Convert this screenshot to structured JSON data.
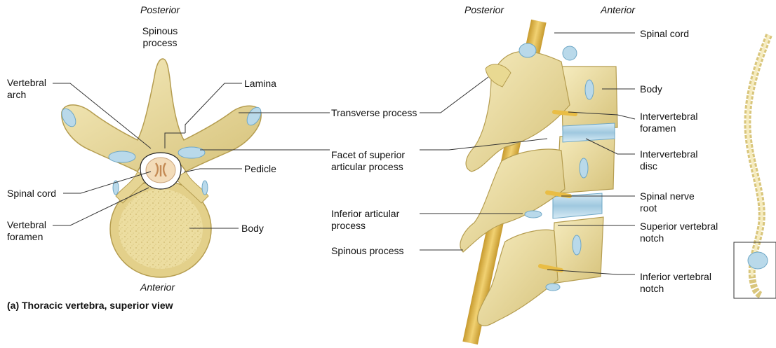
{
  "panel_a": {
    "posterior": "Posterior",
    "anterior": "Anterior",
    "caption": "(a) Thoracic vertebra, superior view",
    "labels": {
      "spinous_process": [
        "Spinous",
        "process"
      ],
      "vertebral_arch": [
        "Vertebral",
        "arch"
      ],
      "lamina": "Lamina",
      "pedicle": "Pedicle",
      "spinal_cord": "Spinal cord",
      "vertebral_foramen": [
        "Vertebral",
        "foramen"
      ],
      "body": "Body"
    }
  },
  "shared_labels": {
    "transverse_process": "Transverse process",
    "facet_superior": [
      "Facet of superior",
      "articular process"
    ]
  },
  "panel_b": {
    "posterior": "Posterior",
    "anterior": "Anterior",
    "labels": {
      "inferior_articular": [
        "Inferior articular",
        "process"
      ],
      "spinous_process": "Spinous process",
      "spinal_cord": "Spinal cord",
      "body": "Body",
      "intervertebral_foramen": [
        "Intervertebral",
        "foramen"
      ],
      "intervertebral_disc": [
        "Intervertebral",
        "disc"
      ],
      "spinal_nerve_root": [
        "Spinal nerve",
        "root"
      ],
      "superior_vertebral_notch": [
        "Superior vertebral",
        "notch"
      ],
      "inferior_vertebral_notch": [
        "Inferior vertebral",
        "notch"
      ]
    }
  },
  "colors": {
    "bone": "#efe2a8",
    "bone_shade": "#d9c67c",
    "bone_outline": "#b59d50",
    "cartilage": "#b9d9ea",
    "cartilage_dark": "#6ea7c6",
    "cord": "#f3dcb9",
    "nerve": "#e9bd45",
    "leader": "#333333"
  }
}
